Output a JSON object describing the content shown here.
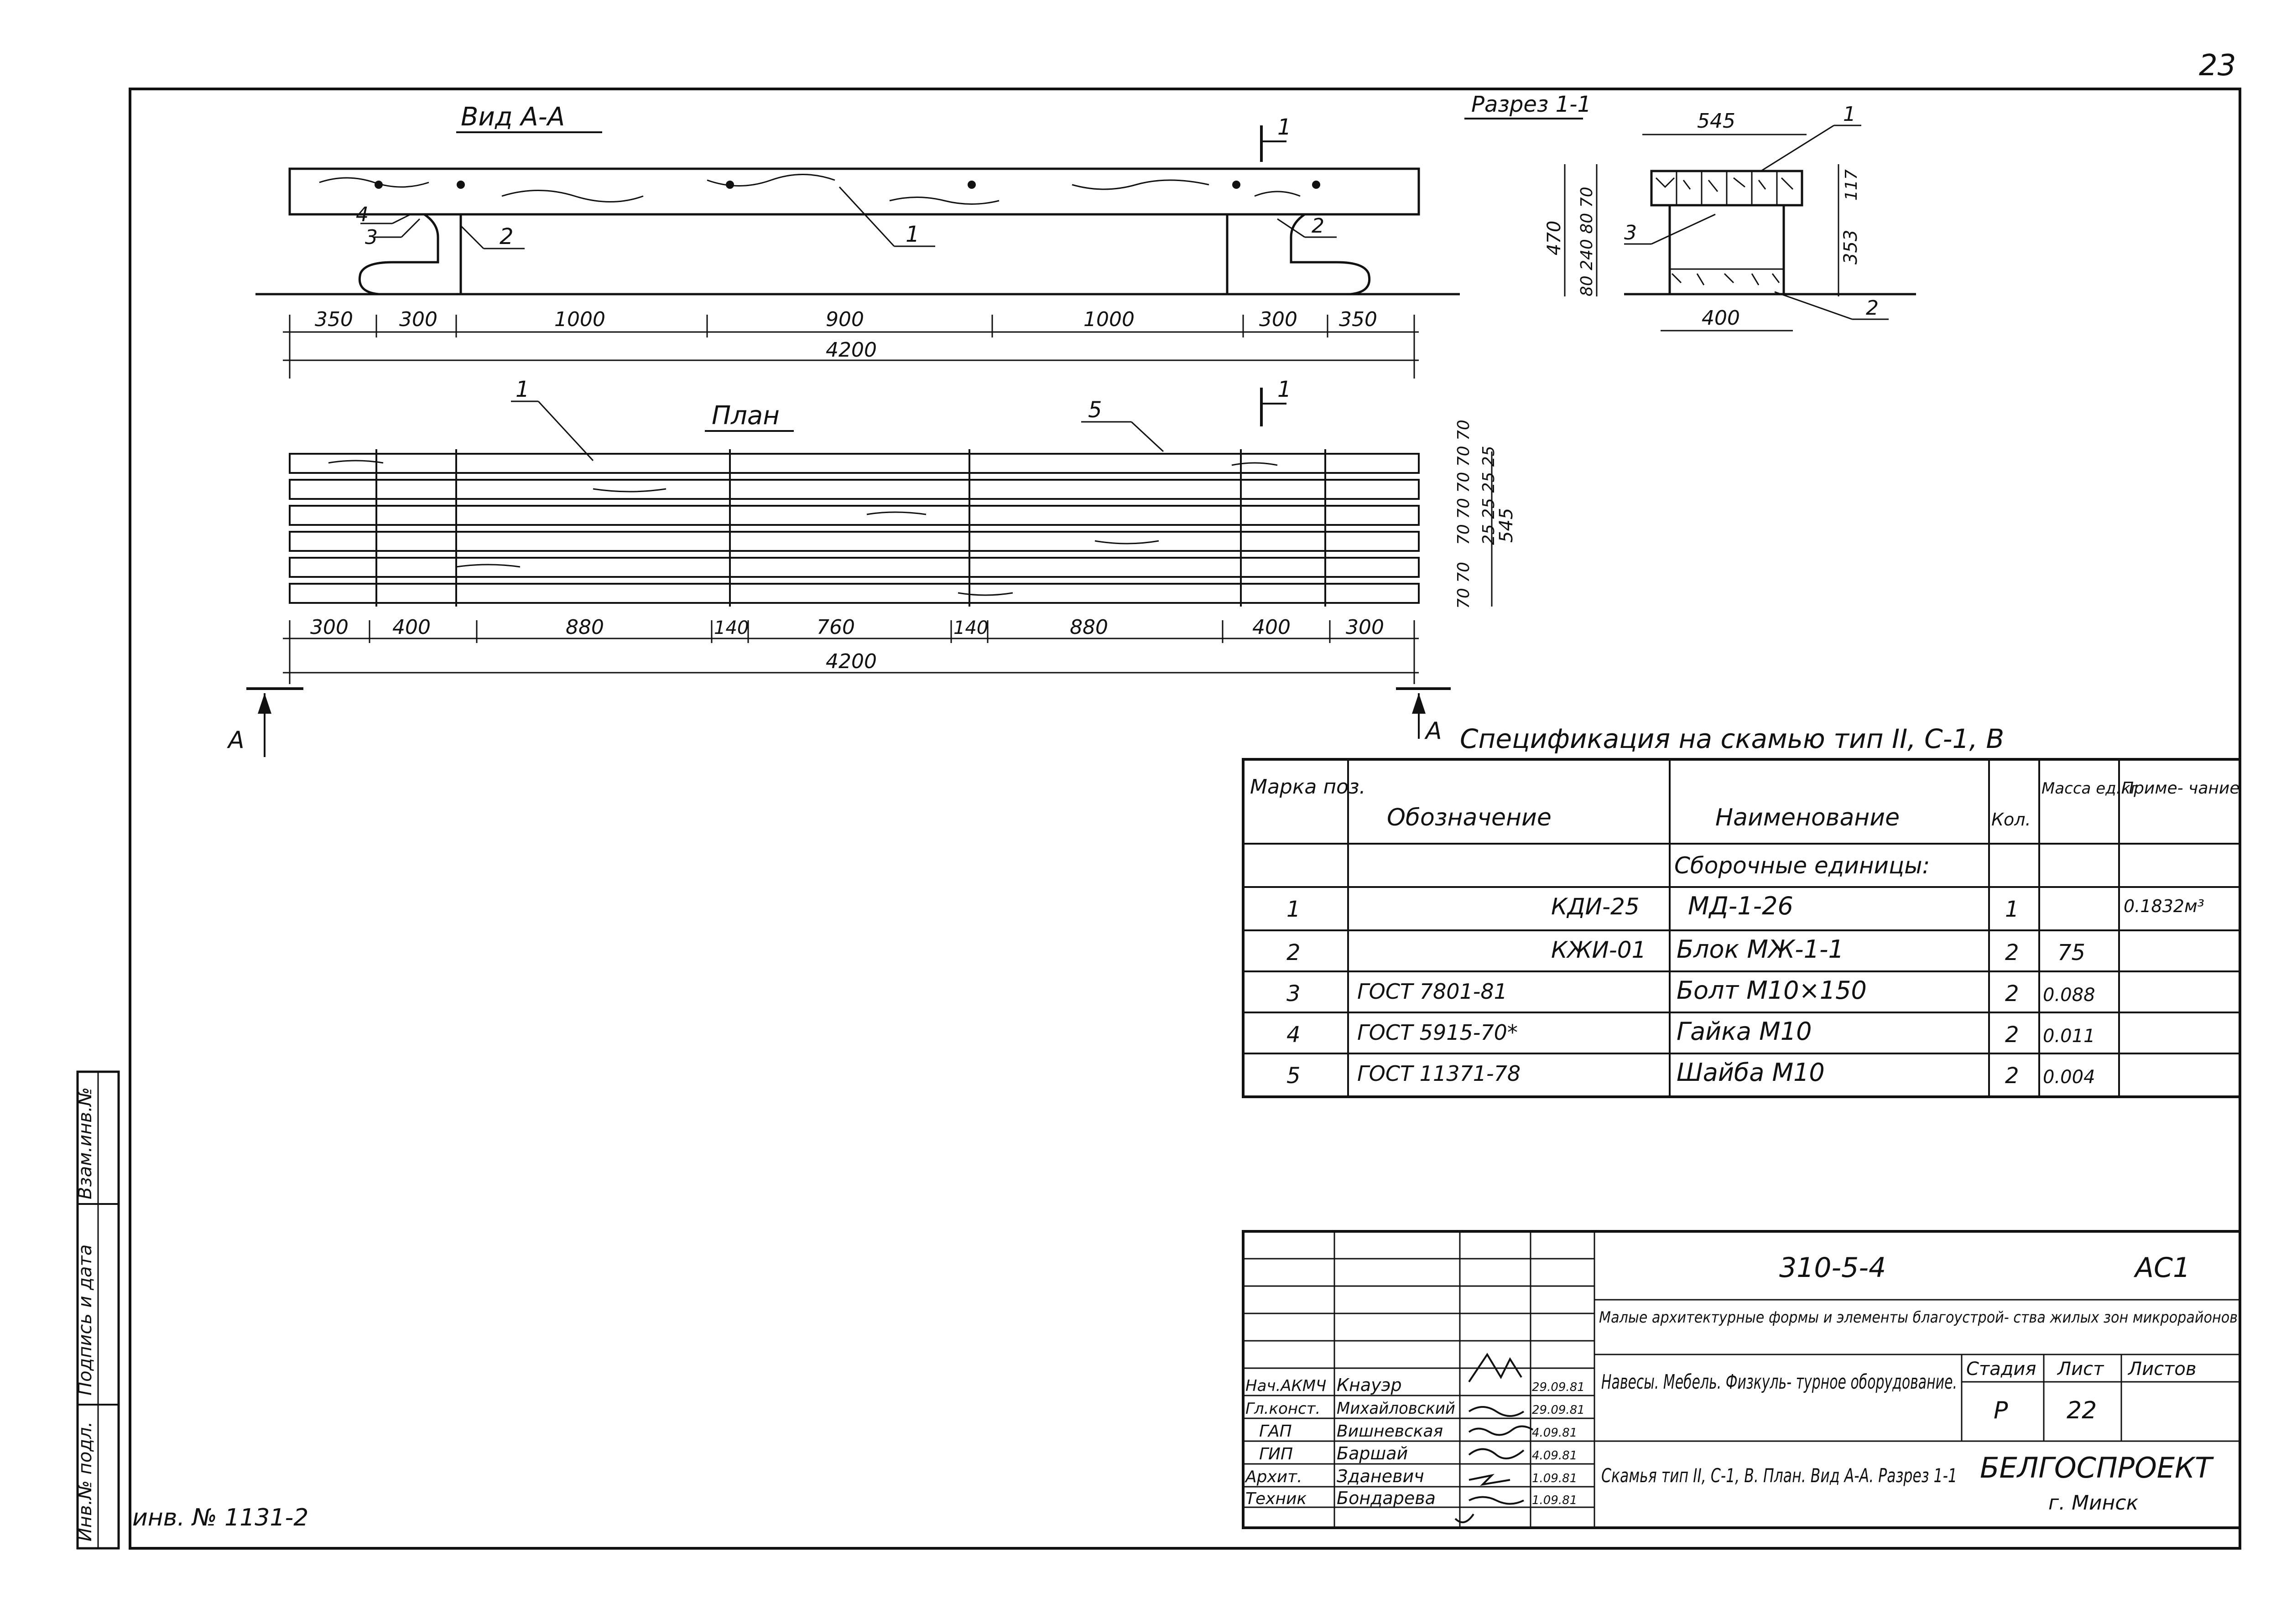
{
  "page_number": "23",
  "view_aa": {
    "title": "Вид А-А",
    "callouts": [
      "1",
      "2",
      "3",
      "4",
      "2"
    ],
    "section_mark": "1",
    "dims": [
      "350",
      "300",
      "1000",
      "900",
      "1000",
      "300",
      "350"
    ],
    "total": "4200"
  },
  "plan": {
    "title": "План",
    "callouts": [
      "1",
      "5"
    ],
    "section_mark": "1",
    "dims": [
      "300",
      "400",
      "880",
      "140",
      "760",
      "140",
      "880",
      "400",
      "300"
    ],
    "total": "4200",
    "side_dims_top": "70 70 70 70 70",
    "side_dims_mid": "25 25 25 25",
    "side_total": "545",
    "side_dims_bottom": "70 70",
    "view_marker": "А"
  },
  "section_11": {
    "title": "Разрез 1-1",
    "width_top": "545",
    "width_bottom": "400",
    "left_dims": "470",
    "left_parts": "80 240 80 70",
    "right_dims": [
      "117",
      "353"
    ],
    "callouts": [
      "1",
      "3",
      "2"
    ]
  },
  "specification": {
    "title": "Спецификация на скамью тип II, С-1, В",
    "headers": [
      "Марка поз.",
      "Обозначение",
      "Наименование",
      "Кол.",
      "Масса ед.кг",
      "Приме- чание"
    ],
    "group_label": "Сборочные единицы:",
    "rows": [
      {
        "pos": "1",
        "code": "КДИ-25",
        "name": "МД-1-26",
        "qty": "1",
        "mass": "",
        "note": "0.1832м³"
      },
      {
        "pos": "2",
        "code": "КЖИ-01",
        "name": "Блок МЖ-1-1",
        "qty": "2",
        "mass": "75",
        "note": ""
      },
      {
        "pos": "3",
        "code": "ГОСТ 7801-81",
        "name": "Болт М10×150",
        "qty": "2",
        "mass": "0.088",
        "note": ""
      },
      {
        "pos": "4",
        "code": "ГОСТ 5915-70*",
        "name": "Гайка М10",
        "qty": "2",
        "mass": "0.011",
        "note": ""
      },
      {
        "pos": "5",
        "code": "ГОСТ 11371-78",
        "name": "Шайба М10",
        "qty": "2",
        "mass": "0.004",
        "note": ""
      }
    ]
  },
  "title_block": {
    "doc_code": "310-5-4",
    "doc_suffix": "АС1",
    "project": "Малые архитектурные формы и элементы благоустрой- ства жилых зон микрорайонов",
    "section": "Навесы. Мебель. Физкуль- турное оборудование.",
    "sheet_title": "Скамья тип II, С-1, В. План. Вид А-А. Разрез 1-1",
    "stage_h": "Стадия",
    "sheet_h": "Лист",
    "sheets_h": "Листов",
    "stage": "Р",
    "sheet": "22",
    "org": "БЕЛГОСПРОЕКТ",
    "city": "г. Минск",
    "people": [
      {
        "role": "Нач.АКМЧ",
        "name": "Кнауэр",
        "date": "29.09.81"
      },
      {
        "role": "Гл.конст.",
        "name": "Михайловский",
        "date": "29.09.81"
      },
      {
        "role": "ГАП",
        "name": "Вишневская",
        "date": "4.09.81"
      },
      {
        "role": "ГИП",
        "name": "Баршай",
        "date": "4.09.81"
      },
      {
        "role": "Архит.",
        "name": "Зданевич",
        "date": "1.09.81"
      },
      {
        "role": "Техник",
        "name": "Бондарева",
        "date": "1.09.81"
      }
    ]
  },
  "side_stamp": [
    "Взам.инв.№",
    "Подпись и дата",
    "Инв.№ подл."
  ],
  "inventory": "инв. № 1131-2"
}
